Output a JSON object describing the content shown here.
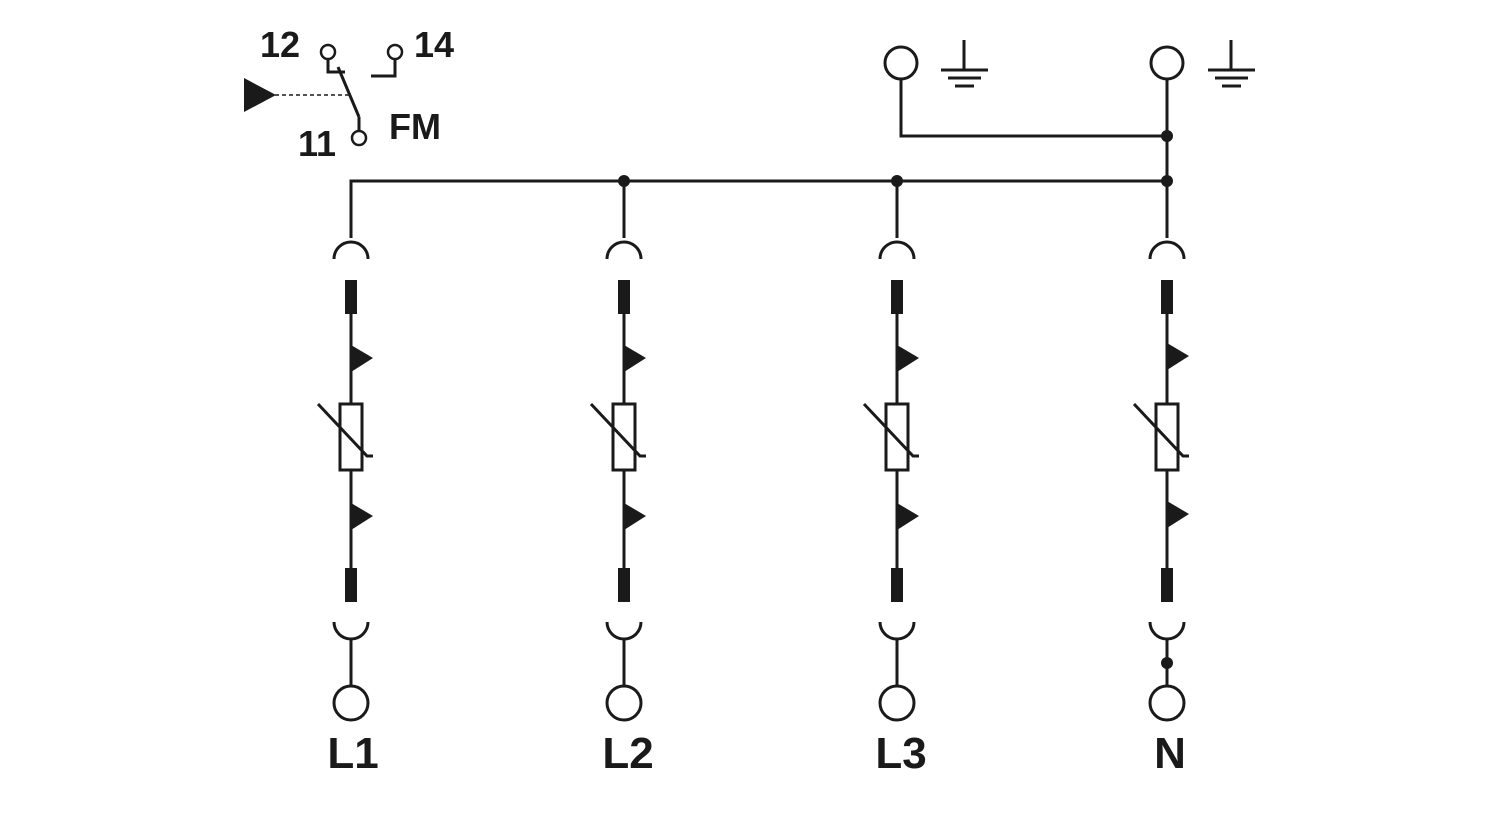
{
  "fault_contact": {
    "terminal_12": "12",
    "terminal_14": "14",
    "terminal_11": "11",
    "label": "FM"
  },
  "channels": [
    {
      "label": "L1"
    },
    {
      "label": "L2"
    },
    {
      "label": "L3"
    },
    {
      "label": "N"
    }
  ],
  "colors": {
    "stroke": "#1a1a1a",
    "background": "#ffffff"
  }
}
